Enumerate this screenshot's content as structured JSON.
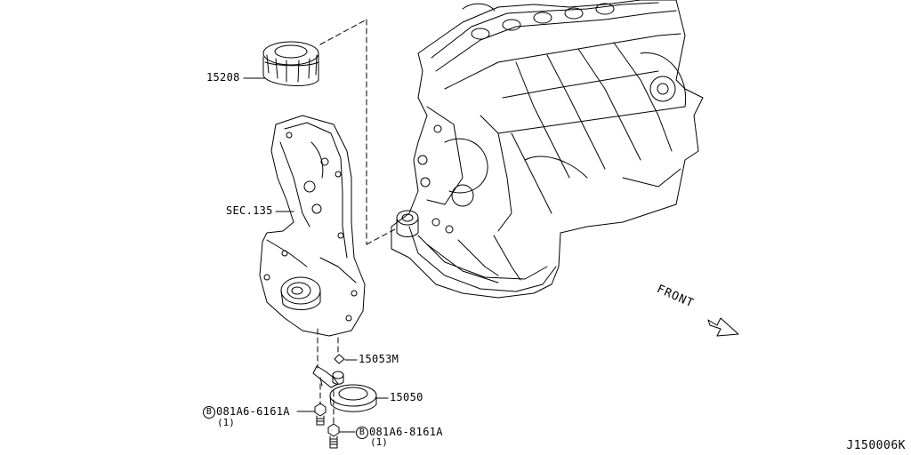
{
  "parts": {
    "oil_filter": "15208",
    "front_cover_section": "SEC.135",
    "gasket": "15053M",
    "filter_bracket": "15050",
    "bolt_1": {
      "symbol": "B",
      "number": "081A6-6161A",
      "qty": "(1)"
    },
    "bolt_2": {
      "symbol": "B",
      "number": "081A6-8161A",
      "qty": "(1)"
    }
  },
  "direction_label": "FRONT",
  "diagram_code": "J150006K"
}
